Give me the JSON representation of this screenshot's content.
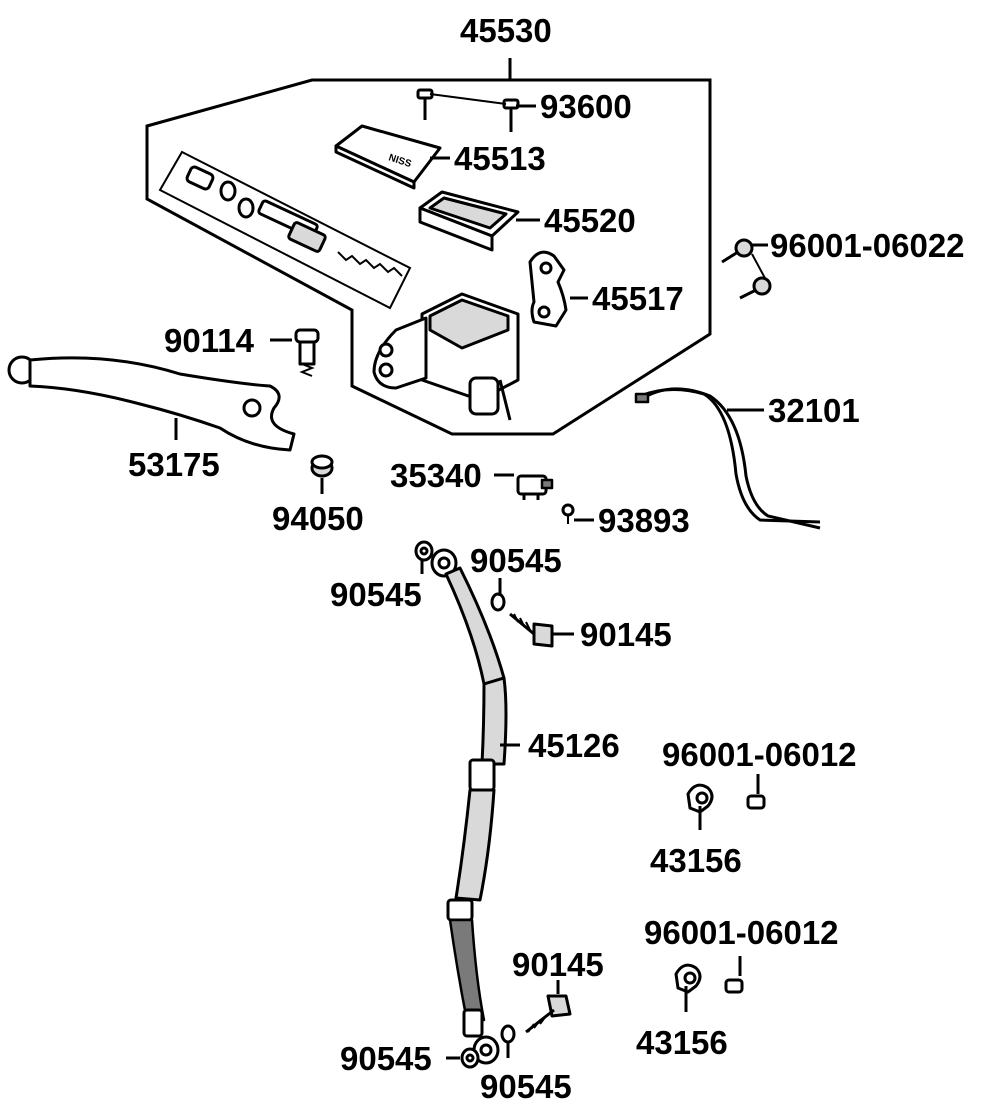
{
  "labels": {
    "assembly": "45530",
    "screw_cap": "93600",
    "reservoir_cap": "45513",
    "diaphragm": "45520",
    "clamp": "45517",
    "bolt_clamp": "96001-06022",
    "pivot_bolt": "90114",
    "cable": "32101",
    "lever": "53175",
    "nut": "94050",
    "switch": "35340",
    "switch_screw": "93893",
    "washer_top_right": "90545",
    "washer_top_left": "90545",
    "banjo_bolt_top": "90145",
    "hose": "45126",
    "bolt_guide_1": "96001-06012",
    "guide_1": "43156",
    "bolt_guide_2": "96001-06012",
    "guide_2": "43156",
    "banjo_bolt_bottom": "90145",
    "washer_bottom_left": "90545",
    "washer_bottom_right": "90545"
  }
}
